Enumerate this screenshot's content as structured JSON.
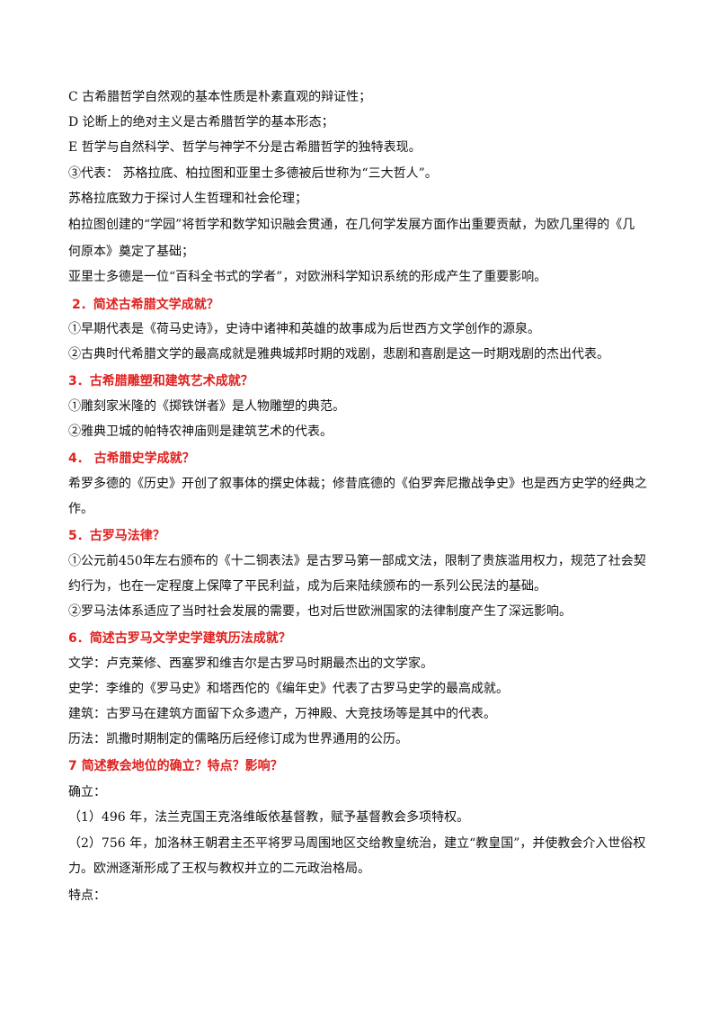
{
  "lines": [
    {
      "text": "C 古希腊哲学自然观的基本性质是朴素直观的辩证性；",
      "type": "body"
    },
    {
      "text": "D 论断上的绝对主义是古希腊哲学的基本形态；",
      "type": "body"
    },
    {
      "text": "E 哲学与自然科学、哲学与神学不分是古希腊哲学的独特表现。",
      "type": "body"
    },
    {
      "text": "③代表：   苏格拉底、柏拉图和亚里士多德被后世称为“三大哲人”。",
      "type": "body"
    },
    {
      "text": "苏格拉底致力于探讨人生哲理和社会伦理；",
      "type": "body"
    },
    {
      "text": "柏拉图创建的“学园”将哲学和数学知识融会贯通，在几何学发展方面作出重要贡献，为欧几里得的《几",
      "type": "body"
    },
    {
      "text": "何原本》奠定了基础；",
      "type": "body"
    },
    {
      "text": "亚里士多德是一位“百科全书式的学者”，对欧洲科学知识系统的形成产生了重要影响。",
      "type": "body"
    },
    {
      "text": "2．简述古希腊文学成就？",
      "type": "heading"
    },
    {
      "text": "①早期代表是《荷马史诗》，史诗中诸神和英雄的故事成为后世西方文学创作的源泉。",
      "type": "body"
    },
    {
      "text": "②古典时代希腊文学的最高成就是雅典城邦时期的戏剧，悲剧和喜剧是这一时期戏剧的杰出代表。",
      "type": "body"
    },
    {
      "text": "3．古希腊雕塑和建筑艺术成就？",
      "type": "heading"
    },
    {
      "text": "①雕刻家米隆的《掷铁饼者》是人物雕塑的典范。",
      "type": "body"
    },
    {
      "text": "②雅典卫城的帕特农神庙则是建筑艺术的代表。",
      "type": "body"
    },
    {
      "text": "4．  古希腊史学成就？",
      "type": "heading"
    },
    {
      "text": "希罗多德的《历史》开创了叙事体的撰史体裁；修昔底德的《伯罗奔尼撒战争史》也是西方史学的经典之",
      "type": "body"
    },
    {
      "text": "作。",
      "type": "body"
    },
    {
      "text": "5．古罗马法律？",
      "type": "heading"
    },
    {
      "text": "①公元前450年左右颁布的《十二铜表法》是古罗马第一部成文法，限制了贵族滥用权力，规范了社会契",
      "type": "body"
    },
    {
      "text": "约行为，也在一定程度上保障了平民利益，成为后来陆续颁布的一系列公民法的基础。",
      "type": "body"
    },
    {
      "text": "②罗马法体系适应了当时社会发展的需要，也对后世欧洲国家的法律制度产生了深远影响。",
      "type": "body"
    },
    {
      "text": "6．简述古罗马文学史学建筑历法成就？",
      "type": "heading"
    },
    {
      "text": "文学：卢克莱修、西塞罗和维吉尔是古罗马时期最杰出的文学家。",
      "type": "body"
    },
    {
      "text": "史学：李维的《罗马史》和塔西佗的《编年史》代表了古罗马史学的最高成就。",
      "type": "body"
    },
    {
      "text": "建筑：古罗马在建筑方面留下众多遗产，万神殿、大竞技场等是其中的代表。",
      "type": "body"
    },
    {
      "text": "历法：凯撒时期制定的儒略历后经修订成为世界通用的公历。",
      "type": "body"
    },
    {
      "text": "7 简述教会地位的确立？特点？影响？",
      "type": "heading"
    },
    {
      "text": "确立：",
      "type": "body"
    },
    {
      "text": "（1）496 年，法兰克国王克洛维皈依基督教，赋予基督教会多项特权。",
      "type": "body"
    },
    {
      "text": "（2）756 年，加洛林王朝君主丕平将罗马周围地区交给教皇统治，建立“教皇国”，并使教会介入世俗权",
      "type": "body"
    },
    {
      "text": "力。欧洲逐渐形成了王权与教权并立的二元政治格局。",
      "type": "body"
    },
    {
      "text": "特点：",
      "type": "body"
    }
  ]
}
